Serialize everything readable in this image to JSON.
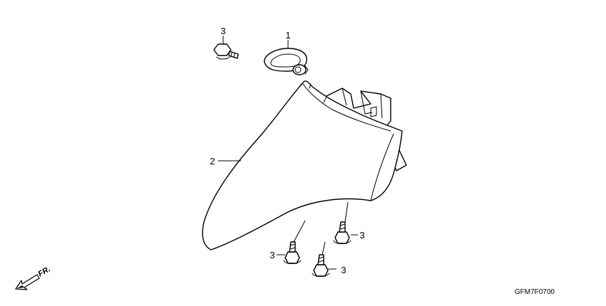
{
  "diagram": {
    "drawing_code": "GFM7F0700",
    "direction_label": "FR.",
    "callouts": [
      {
        "id": "callout-1",
        "text": "1",
        "part": "hook"
      },
      {
        "id": "callout-2",
        "text": "2",
        "part": "front-fender"
      },
      {
        "id": "callout-3-top",
        "text": "3",
        "part": "bolt"
      },
      {
        "id": "callout-3-right",
        "text": "3",
        "part": "bolt"
      },
      {
        "id": "callout-3-lower-left",
        "text": "3",
        "part": "bolt"
      },
      {
        "id": "callout-3-bottom",
        "text": "3",
        "part": "bolt"
      }
    ]
  }
}
